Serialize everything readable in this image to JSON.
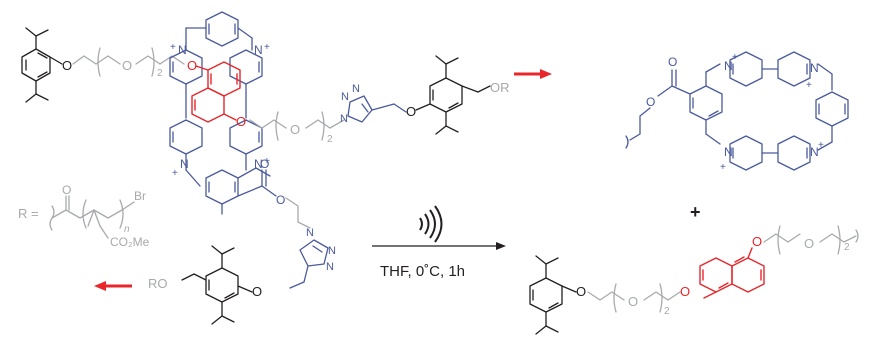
{
  "colors": {
    "ink": "#231f20",
    "spacer": "#a7a9ac",
    "cyclophane": "#4a5a9c",
    "naphthalene": "#e8262b",
    "arrow": "#e8262b"
  },
  "rgroup": {
    "prefix": "R =",
    "subscript_n": "n",
    "bromine": "Br",
    "ester": "CO₂Me",
    "oxygen": "O"
  },
  "rotaxane": {
    "subscript_top": "2",
    "subscript_mid": "2",
    "oxygen_top": "O",
    "oxygen_mid": "O",
    "oxygen_stopper_top": "O",
    "oxygen_stopper_bottom": "O",
    "oxygen_carbonyl": "O",
    "oxygen_ester": "O",
    "ro_right": "OR",
    "ro_left": "RO",
    "nitrogen": "N",
    "charge": "+"
  },
  "reaction": {
    "ultrasound_icon": "ultrasound-icon",
    "conditions": "THF, 0˚C, 1h",
    "plus": "+"
  },
  "product_macrocycle": {
    "oxygen_carbonyl": "O",
    "oxygen_ester": "O",
    "nitrogen": "N",
    "charge": "+"
  },
  "product_thread": {
    "subscript_mid": "2",
    "subscript_right": "2",
    "oxygen": "O"
  }
}
